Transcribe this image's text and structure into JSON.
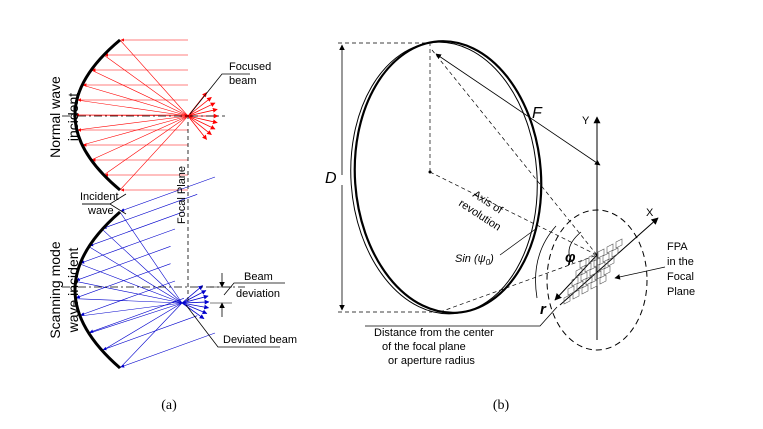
{
  "colors": {
    "normal_rays": "#ff0000",
    "scanning_rays": "#0000cc",
    "ink": "#000000"
  },
  "panel_a": {
    "label": "(a)",
    "normal_wave_line1": "Normal wave",
    "normal_wave_line2": "incident",
    "focused_beam_line1": "Focused",
    "focused_beam_line2": "beam",
    "incident_wave_line1": "Incident",
    "incident_wave_line2": "wave",
    "focal_plane": "Focal Plane",
    "scanning_line1": "Scanning mode",
    "scanning_line2": "wave incident",
    "beam_deviation_line1": "Beam",
    "beam_deviation_line2": "deviation",
    "deviated_beam": "Deviated beam"
  },
  "panel_b": {
    "label": "(b)",
    "diameter": "D",
    "focal_length": "F",
    "axis_y": "Y",
    "axis_x": "X",
    "axis_of_revolution_line1": "Axis of",
    "axis_of_revolution_line2": "revolution",
    "sin_psi": "Sin (ψ",
    "sin_psi_sub": "0",
    "sin_psi_close": ")",
    "phi": "φ",
    "radius": "r",
    "fpa_line1": "FPA",
    "fpa_line2": "in the",
    "fpa_line3": "Focal",
    "fpa_line4": "Plane",
    "distance_line1": "Distance from the center",
    "distance_line2": "of the focal plane",
    "distance_line3": "or aperture radius"
  }
}
